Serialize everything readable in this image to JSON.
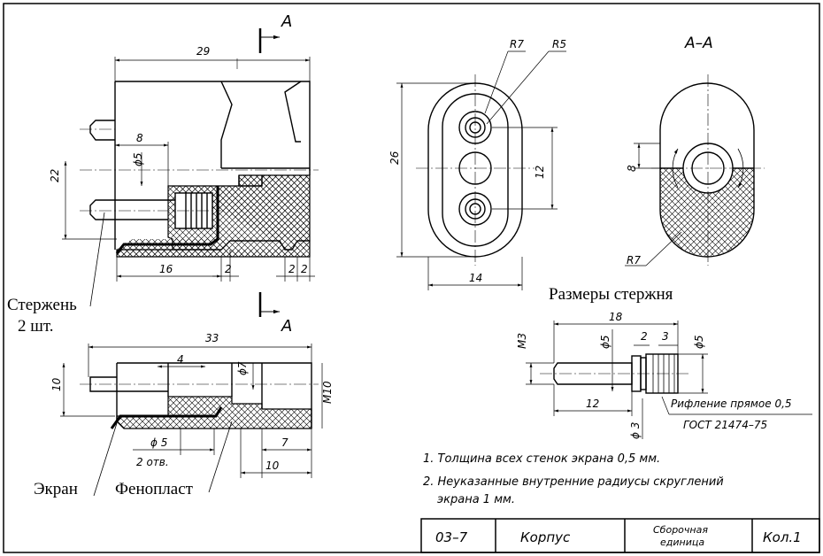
{
  "section_marker": "A",
  "section_title": "A–A",
  "rod_sizes_title": "Размеры стержня",
  "callouts": {
    "rods": "Стержень",
    "rods_count": "2 шт.",
    "screen": "Экран",
    "phenoplast": "Фенопласт"
  },
  "dimensions": {
    "front_length": "29",
    "front_depth": "8",
    "front_hole": "ϕ5",
    "front_height": "22",
    "front_16": "16",
    "front_2a": "2",
    "front_2b": "2",
    "front_2c": "2",
    "side_height": "26",
    "side_12": "12",
    "side_14": "14",
    "r7": "R7",
    "r5": "R5",
    "sec_8": "8",
    "sec_r7": "R7",
    "top_33": "33",
    "top_4": "4",
    "top_d7": "ϕ7",
    "top_10": "10",
    "top_m10": "M10",
    "top_d5": "ϕ 5",
    "top_holes": "2 отв.",
    "top_7": "7",
    "top_10b": "10",
    "rod_18": "18",
    "rod_m3": "M3",
    "rod_d5a": "ϕ5",
    "rod_2": "2",
    "rod_3": "3",
    "rod_d5b": "ϕ5",
    "rod_12": "12",
    "rod_d3": "ϕ 3",
    "knurl": "Рифление прямое 0,5",
    "gost": "ГОСТ 21474–75"
  },
  "notes": [
    "1. Толщина всех стенок экрана 0,5 мм.",
    "2. Неуказанные внутренние радиусы скруглений",
    "экрана 1 мм."
  ],
  "title_block": {
    "code": "03–7",
    "name": "Корпус",
    "type_line1": "Сборочная",
    "type_line2": "единица",
    "qty": "Кол.1"
  }
}
